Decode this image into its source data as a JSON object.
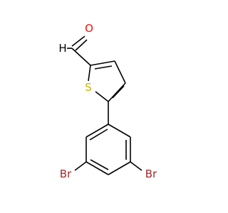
{
  "molecule": {
    "atoms": [
      {
        "id": "O1",
        "element": "O",
        "label": "O",
        "color": "#ff0d0d"
      },
      {
        "id": "S1",
        "element": "S",
        "label": "S",
        "color": "#c8b400"
      },
      {
        "id": "Br1",
        "element": "Br",
        "label": "Br",
        "color": "#a62929"
      },
      {
        "id": "Br2",
        "element": "Br",
        "label": "Br",
        "color": "#a62929"
      },
      {
        "id": "H1",
        "element": "H",
        "label": "H",
        "color": "#000000"
      }
    ],
    "bond_color": "#000000",
    "background": "#ffffff"
  }
}
